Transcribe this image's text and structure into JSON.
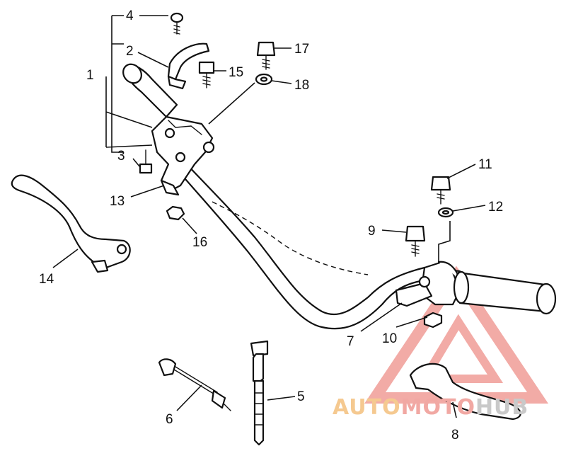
{
  "callouts": [
    {
      "id": "1",
      "label": "1"
    },
    {
      "id": "2",
      "label": "2"
    },
    {
      "id": "3",
      "label": "3"
    },
    {
      "id": "4",
      "label": "4"
    },
    {
      "id": "5",
      "label": "5"
    },
    {
      "id": "6",
      "label": "6"
    },
    {
      "id": "7",
      "label": "7"
    },
    {
      "id": "8",
      "label": "8"
    },
    {
      "id": "9",
      "label": "9"
    },
    {
      "id": "10",
      "label": "10"
    },
    {
      "id": "11",
      "label": "11"
    },
    {
      "id": "12",
      "label": "12"
    },
    {
      "id": "13",
      "label": "13"
    },
    {
      "id": "14",
      "label": "14"
    },
    {
      "id": "15",
      "label": "15"
    },
    {
      "id": "16",
      "label": "16"
    },
    {
      "id": "17",
      "label": "17"
    },
    {
      "id": "18",
      "label": "18"
    }
  ],
  "watermark": {
    "part1": "AUTO",
    "part2": "MOTO",
    "part3": "HUB",
    "color_part1": "#f5c990",
    "color_part2": "#f1a8a3",
    "color_part3": "#c9c9c9",
    "triangle_color": "#ee8f89"
  }
}
